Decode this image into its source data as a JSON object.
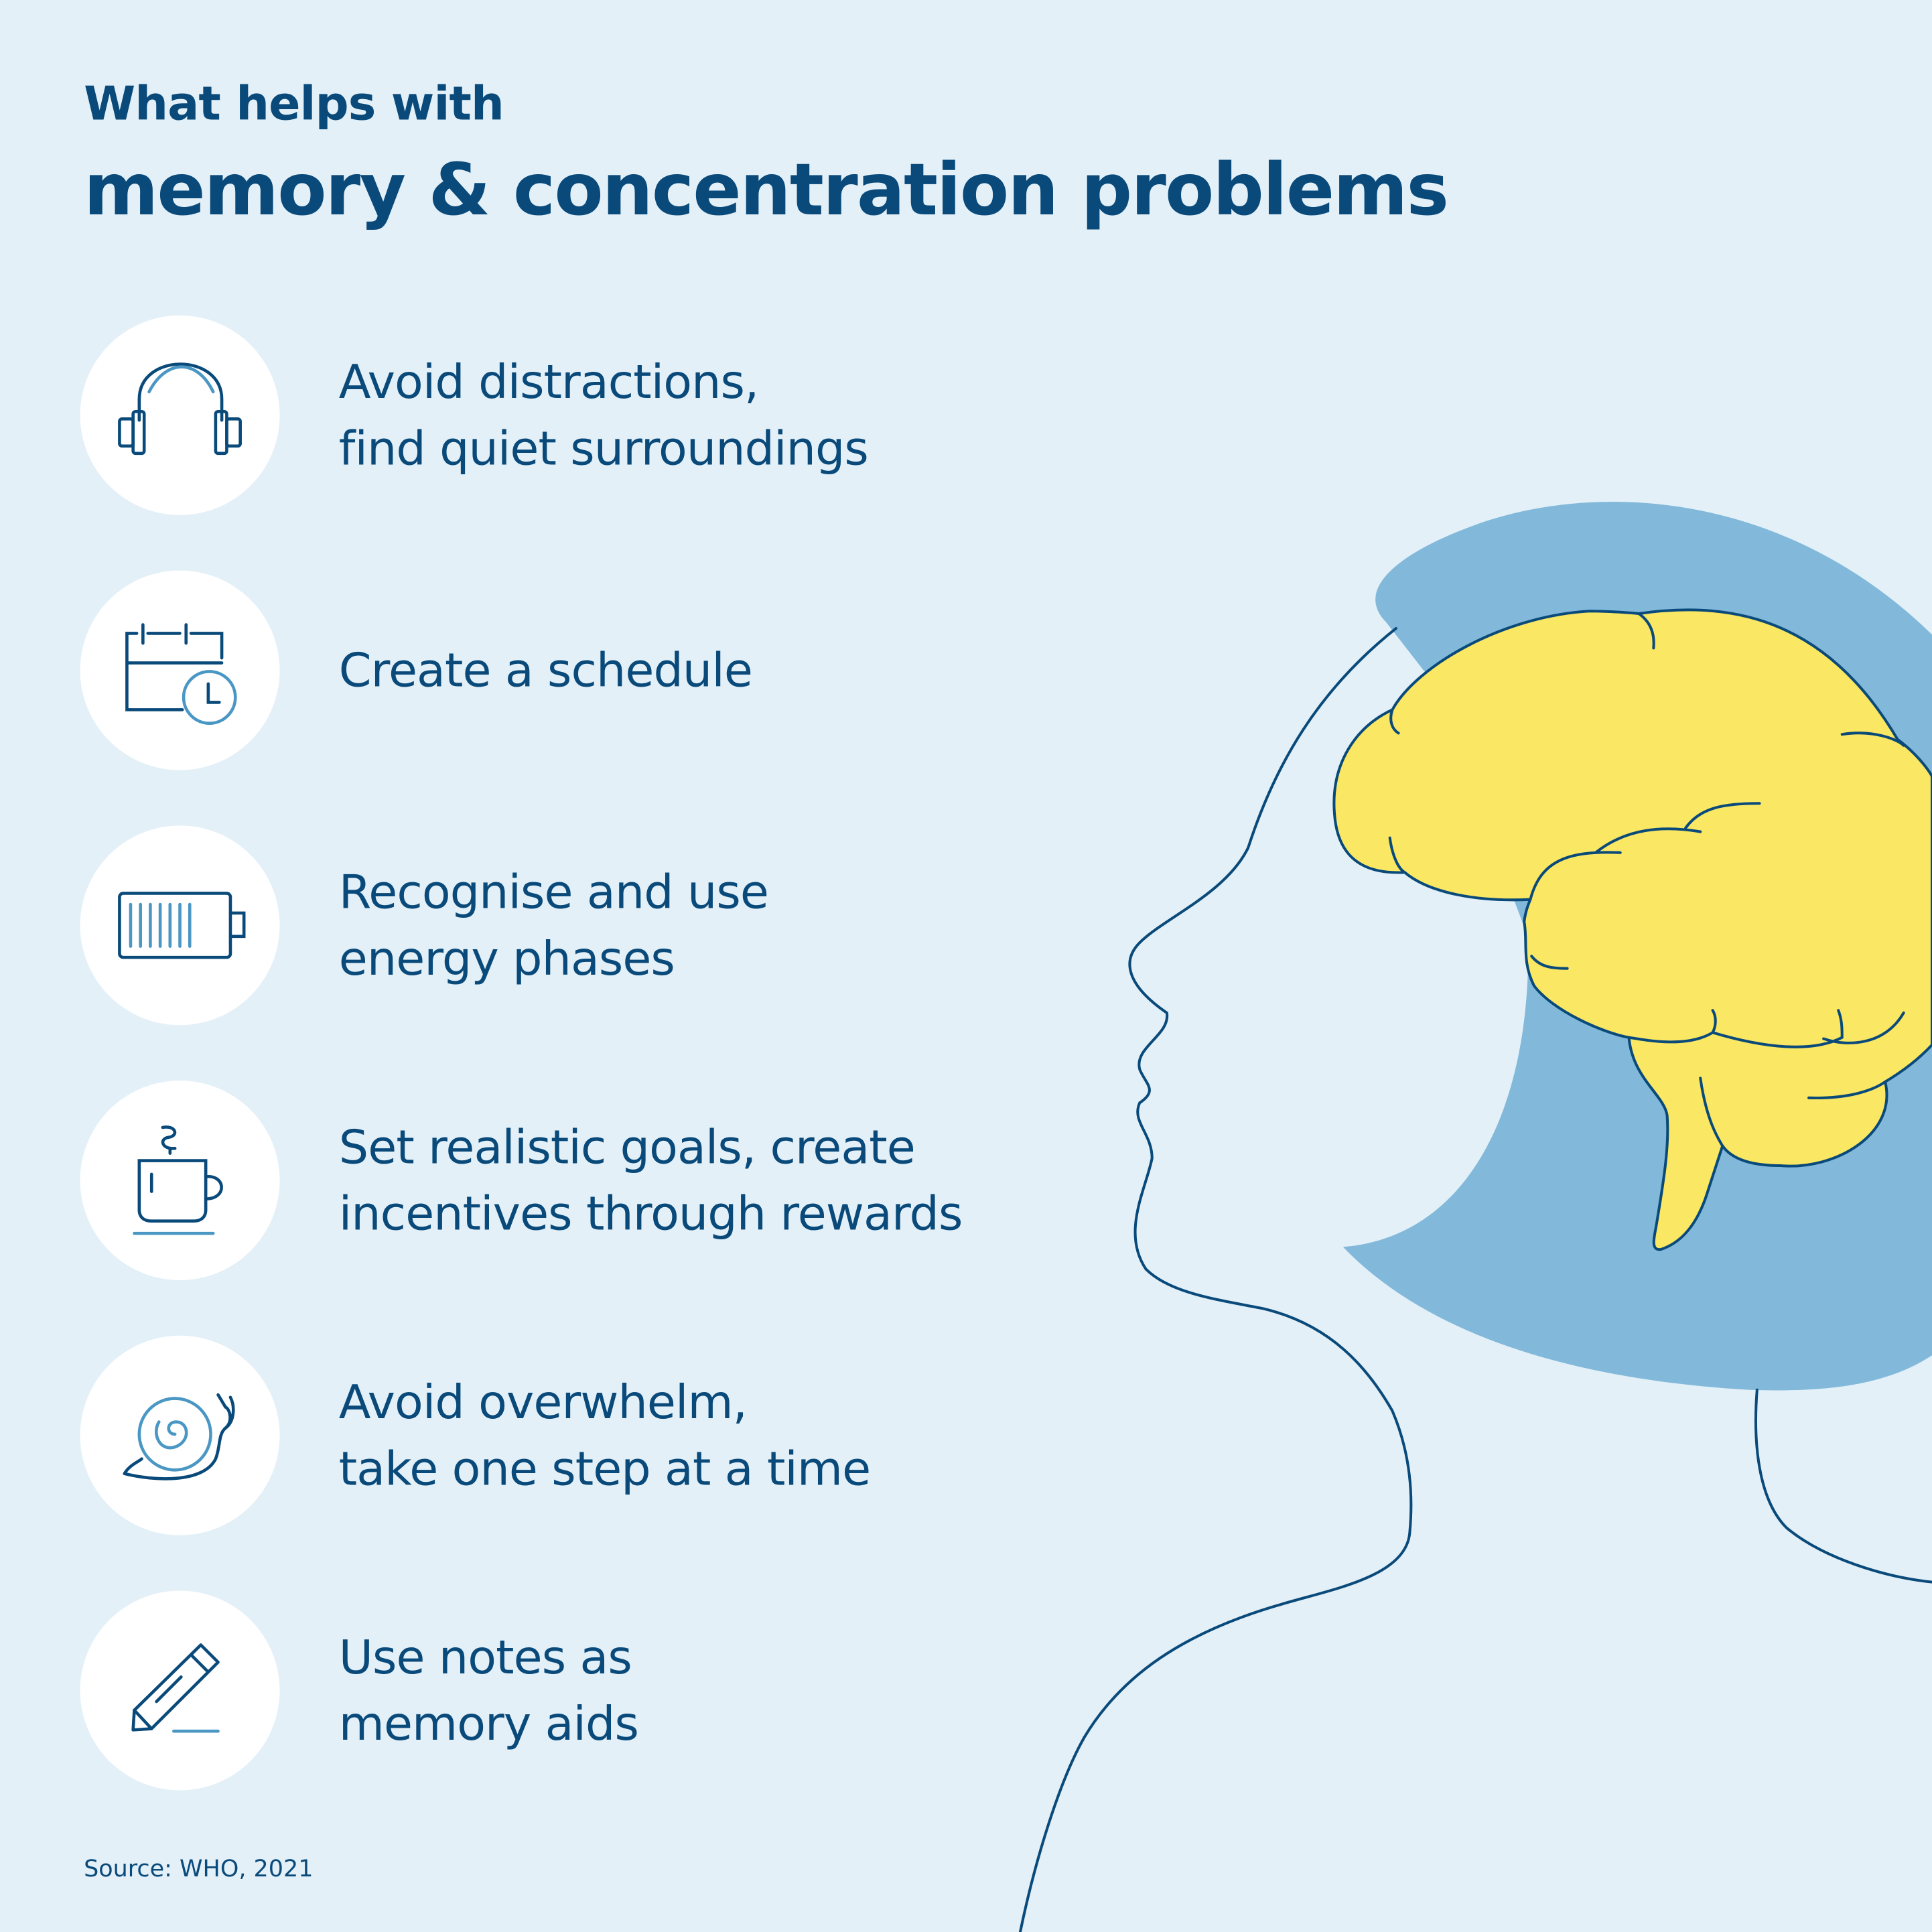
{
  "title": {
    "line1": "What helps with",
    "line2": "memory & concentration problems"
  },
  "items": [
    {
      "icon": "headphones-icon",
      "lines": [
        "Avoid distractions,",
        "find quiet surroundings"
      ]
    },
    {
      "icon": "calendar-clock-icon",
      "lines": [
        "Create a schedule"
      ]
    },
    {
      "icon": "battery-icon",
      "lines": [
        "Recognise and use",
        "energy phases"
      ]
    },
    {
      "icon": "coffee-cup-icon",
      "lines": [
        "Set realistic goals, create",
        "incentives through rewards"
      ]
    },
    {
      "icon": "snail-icon",
      "lines": [
        "Avoid overwhelm,",
        "take one step at a time"
      ]
    },
    {
      "icon": "pencil-icon",
      "lines": [
        "Use notes as",
        "memory aids"
      ]
    }
  ],
  "source": "Source: WHO, 2021",
  "colors": {
    "background": "#e3f0f8",
    "text": "#0a4a7a",
    "head": "#82b9da",
    "brain": "#fae763",
    "icon_accent": "#4a97c4"
  }
}
